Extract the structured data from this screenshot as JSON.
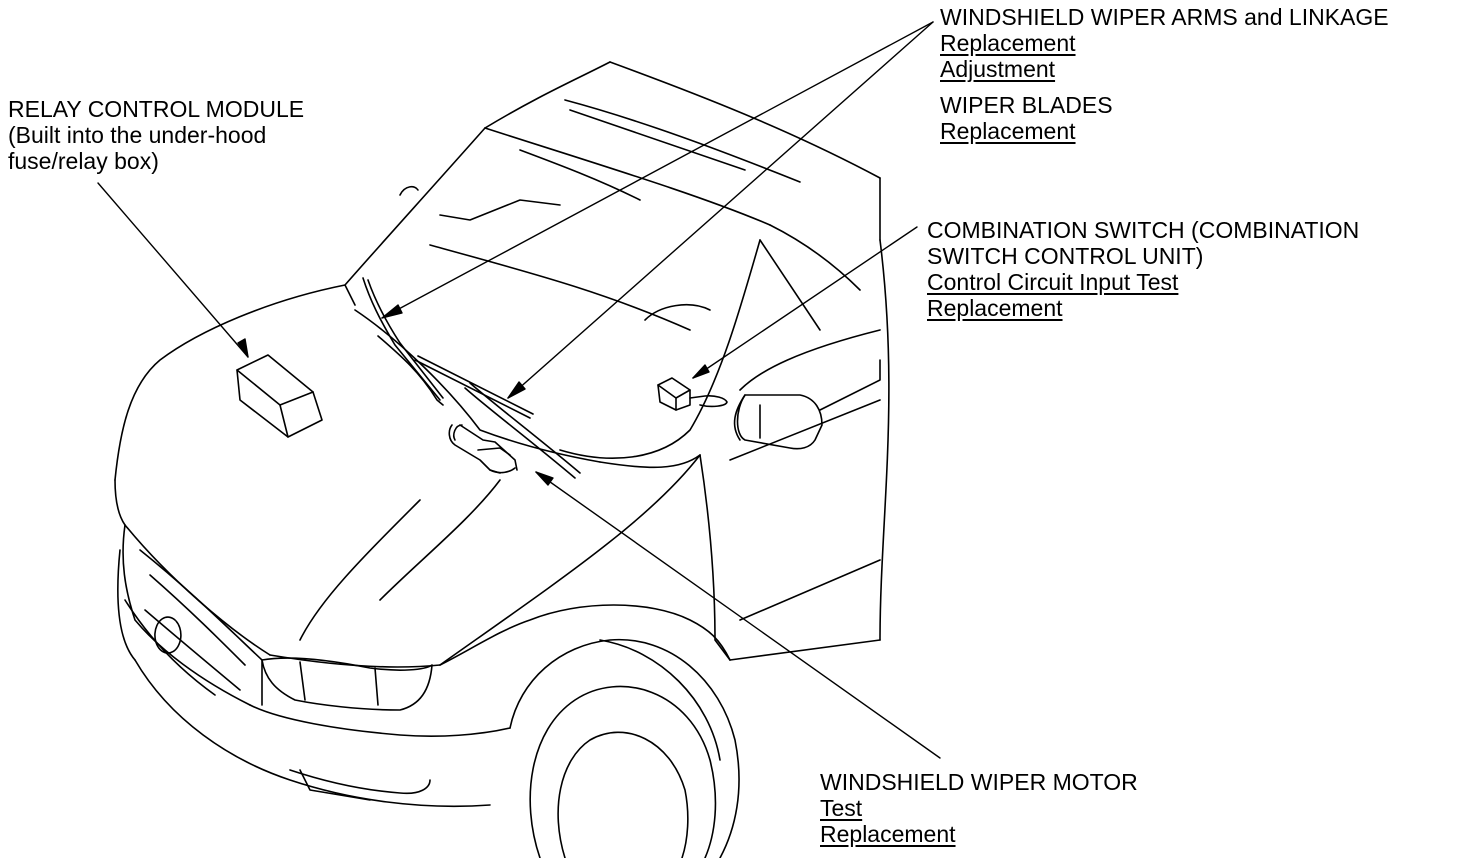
{
  "callouts": {
    "wiper_arms": {
      "title": "WINDSHIELD WIPER ARMS and LINKAGE",
      "links": [
        "Replacement",
        "Adjustment"
      ]
    },
    "wiper_blades": {
      "title": "WIPER BLADES",
      "links": [
        "Replacement"
      ]
    },
    "relay": {
      "title_lines": [
        "RELAY CONTROL MODULE",
        "(Built into the under-hood",
        "fuse/relay box)"
      ]
    },
    "combination_switch": {
      "title_lines": [
        "COMBINATION SWITCH (COMBINATION",
        "SWITCH CONTROL UNIT)"
      ],
      "links": [
        "Control Circuit Input Test",
        "Replacement"
      ]
    },
    "wiper_motor": {
      "title": "WINDSHIELD WIPER MOTOR",
      "links": [
        "Test",
        "Replacement"
      ]
    }
  }
}
